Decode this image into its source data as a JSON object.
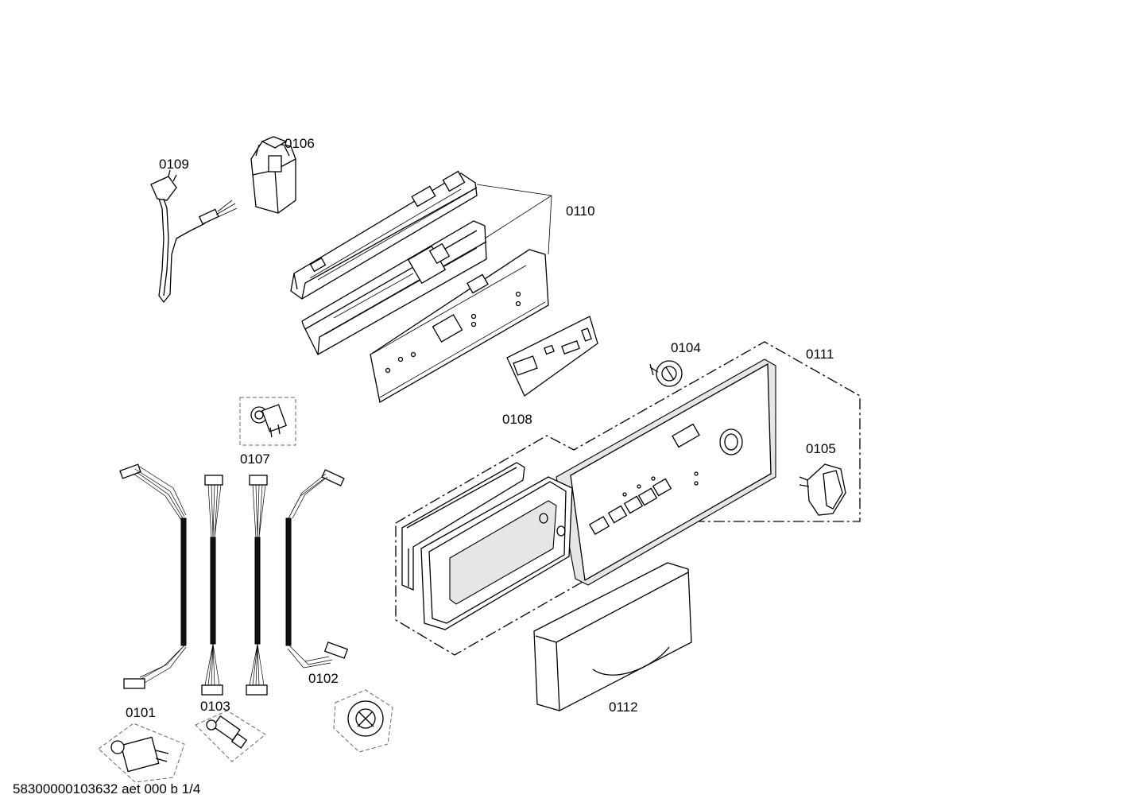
{
  "parts": {
    "p0101": "0101",
    "p0102": "0102",
    "p0103": "0103",
    "p0104": "0104",
    "p0105": "0105",
    "p0106": "0106",
    "p0107": "0107",
    "p0108": "0108",
    "p0109": "0109",
    "p0110": "0110",
    "p0111": "0111",
    "p0112": "0112"
  },
  "footer": "58300000103632 aet 000 b 1/4"
}
